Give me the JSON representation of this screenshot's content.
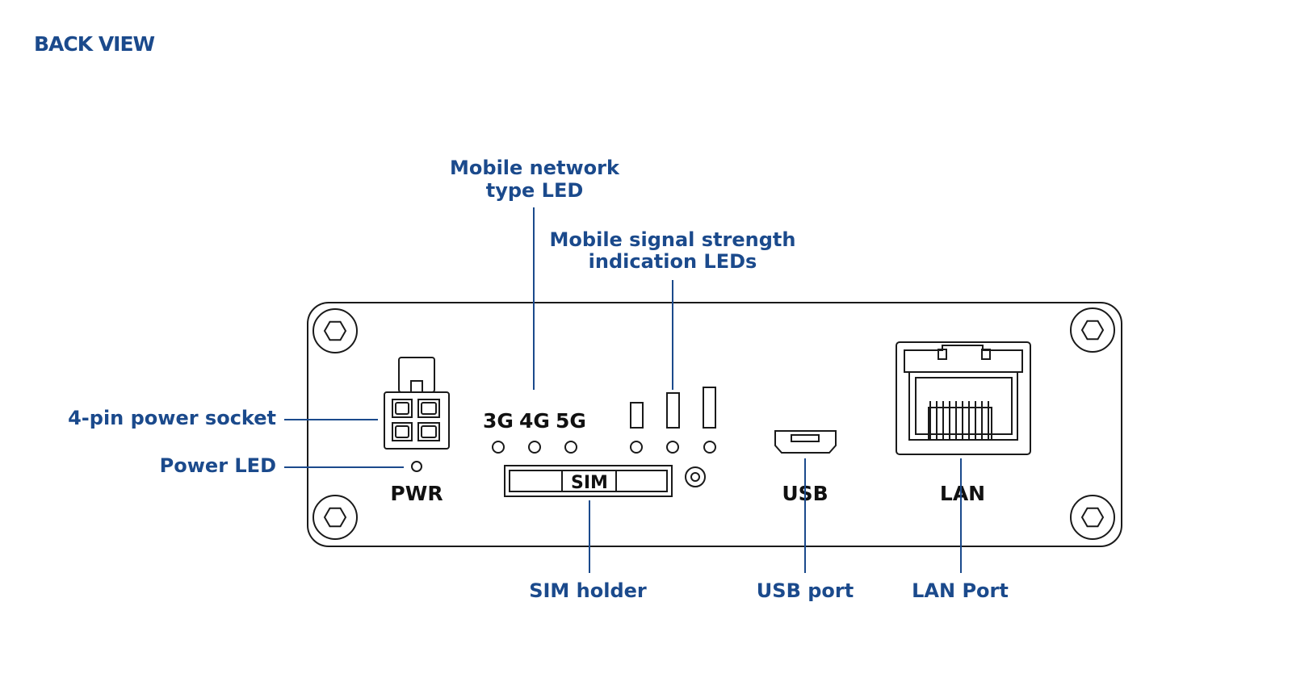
{
  "title": "BACK VIEW",
  "callouts": {
    "network_type_led": [
      "Mobile network",
      "type LED"
    ],
    "signal_leds": [
      "Mobile signal strength",
      "indication LEDs"
    ],
    "power_socket": "4-pin power socket",
    "power_led": "Power LED",
    "sim_holder": "SIM holder",
    "usb_port": "USB port",
    "lan_port": "LAN Port"
  },
  "panel_labels": {
    "net_3g": "3G",
    "net_4g": "4G",
    "net_5g": "5G",
    "pwr": "PWR",
    "sim": "SIM",
    "usb": "USB",
    "lan": "LAN"
  },
  "colors": {
    "callout": "#1b4a8c",
    "device_line": "#1a1a1a"
  },
  "icons": [
    "hex-screw-icon"
  ]
}
